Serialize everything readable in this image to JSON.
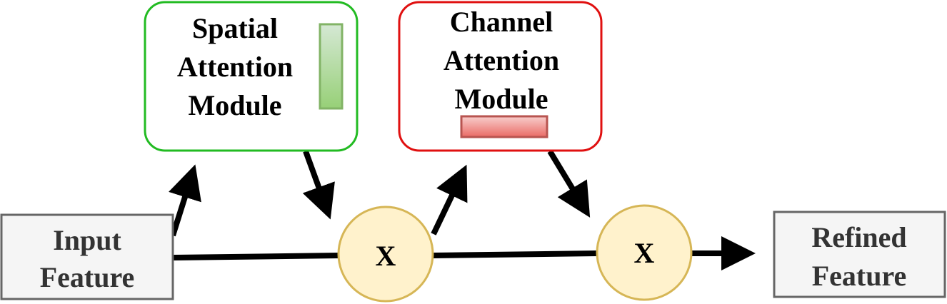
{
  "nodes": {
    "input": {
      "line1": "Input",
      "line2": "Feature"
    },
    "spatial": {
      "line1": "Spatial",
      "line2": "Attention",
      "line3": "Module"
    },
    "channel": {
      "line1": "Channel",
      "line2": "Attention",
      "line3": "Module"
    },
    "multiply1": {
      "label": "X"
    },
    "multiply2": {
      "label": "X"
    },
    "refined": {
      "line1": "Refined",
      "line2": "Feature"
    }
  },
  "colors": {
    "spatial_border": "#22bb22",
    "channel_border": "#e01010",
    "spatial_bar": "#8cc87a",
    "channel_bar": "#e87c7c",
    "circle_fill": "#fff2cc",
    "circle_border": "#d6b656",
    "io_fill": "#f5f5f5",
    "io_border": "#666666"
  }
}
